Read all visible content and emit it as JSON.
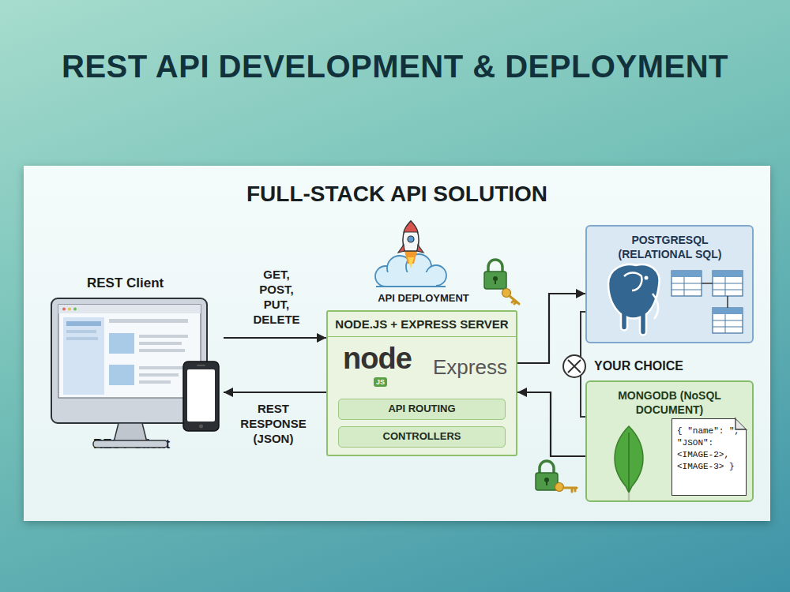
{
  "diagram": {
    "title": "REST API DEVELOPMENT & DEPLOYMENT",
    "nodes": [
      {
        "text": [
          "FULL-STACK API SOLUTION"
        ]
      },
      {
        "text": [
          "REST Client",
          "REST Client"
        ],
        "in": 0
      },
      {
        "text": [
          "API DEPLOYMENT",
          "NODE.JS + EXPRESS SERVER"
        ],
        "in": 0
      },
      {
        "text": [
          "API ROUTING"
        ],
        "in": 2
      },
      {
        "text": [
          "CONTROLLERS"
        ],
        "in": 2
      },
      {
        "text": [
          "POSTGRESQL (RELATIONAL SQL)"
        ],
        "in": 0
      },
      {
        "text": [
          "MONGODB (NoSQL DOCUMENT)"
        ],
        "in": 0
      },
      {
        "text": [
          "{ \"name\": \", \"JSON\": <IMAGE-2>, <IMAGE-3> }"
        ],
        "in": 6
      }
    ],
    "edges": [
      {
        "from": 1,
        "to": 2,
        "label": "GET, POST, PUT, DELETE",
        "arrow": "to"
      },
      {
        "from": 2,
        "to": 1,
        "label": "REST RESPONSE (JSON)",
        "arrow": "to"
      },
      {
        "from": 2,
        "to": 5,
        "arrow": "to"
      },
      {
        "from": 6,
        "to": 2,
        "arrow": "to"
      }
    ],
    "labels": [
      "YOUR CHOICE",
      "node",
      "JS",
      "Express"
    ]
  }
}
